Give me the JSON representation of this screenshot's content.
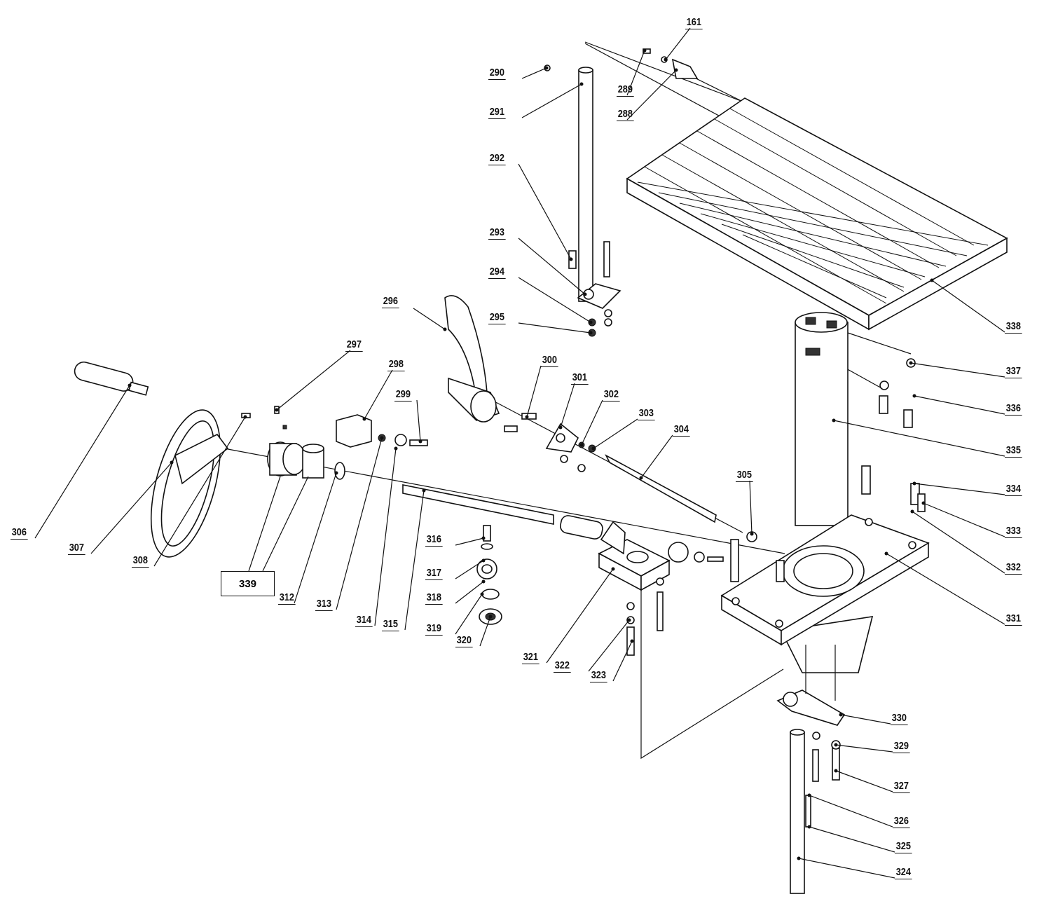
{
  "diagram_title": "",
  "parts": [
    {
      "number": "161"
    },
    {
      "number": "290"
    },
    {
      "number": "291"
    },
    {
      "number": "289"
    },
    {
      "number": "288"
    },
    {
      "number": "292"
    },
    {
      "number": "293"
    },
    {
      "number": "294"
    },
    {
      "number": "295"
    },
    {
      "number": "296"
    },
    {
      "number": "297"
    },
    {
      "number": "298"
    },
    {
      "number": "299"
    },
    {
      "number": "300"
    },
    {
      "number": "301"
    },
    {
      "number": "302"
    },
    {
      "number": "303"
    },
    {
      "number": "304"
    },
    {
      "number": "305"
    },
    {
      "number": "306"
    },
    {
      "number": "307"
    },
    {
      "number": "308"
    },
    {
      "number": "312"
    },
    {
      "number": "313"
    },
    {
      "number": "314"
    },
    {
      "number": "315"
    },
    {
      "number": "316"
    },
    {
      "number": "317"
    },
    {
      "number": "318"
    },
    {
      "number": "319"
    },
    {
      "number": "320"
    },
    {
      "number": "321"
    },
    {
      "number": "322"
    },
    {
      "number": "323"
    },
    {
      "number": "324"
    },
    {
      "number": "325"
    },
    {
      "number": "326"
    },
    {
      "number": "327"
    },
    {
      "number": "329"
    },
    {
      "number": "330"
    },
    {
      "number": "331"
    },
    {
      "number": "332"
    },
    {
      "number": "333"
    },
    {
      "number": "334"
    },
    {
      "number": "335"
    },
    {
      "number": "336"
    },
    {
      "number": "337"
    },
    {
      "number": "338"
    }
  ],
  "group_box": {
    "number": "339"
  }
}
